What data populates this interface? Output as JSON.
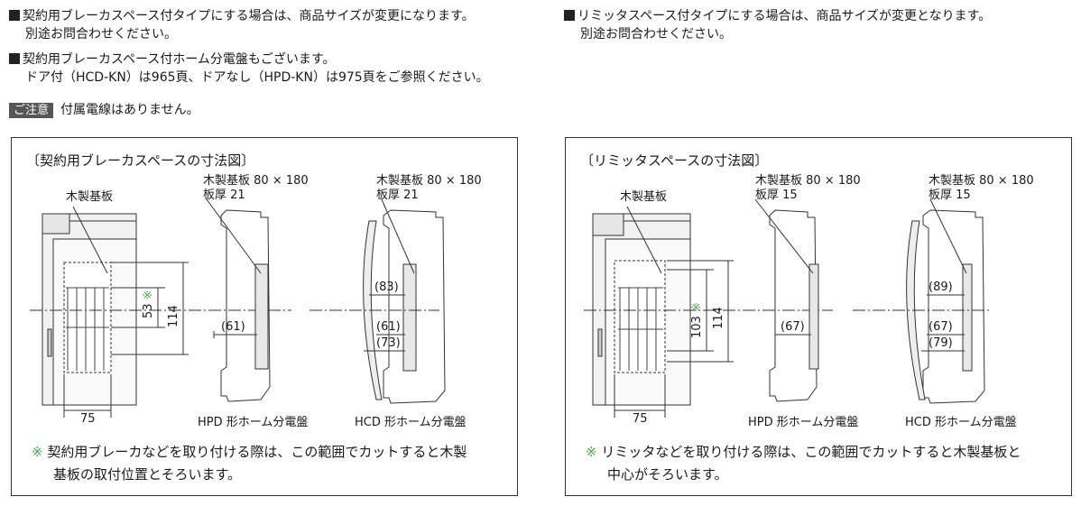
{
  "notes_left": [
    {
      "line1": "契約用ブレーカスペース付タイプにする場合は、商品サイズが変更になります。",
      "line2": "別途お問合わせください。"
    },
    {
      "line1": "契約用ブレーカスペース付ホーム分電盤もございます。",
      "line2": "ドア付（HCD-KN）は965頁、ドアなし（HPD-KN）は975頁をご参照ください。"
    }
  ],
  "notes_right": [
    {
      "line1": "リミッタスペース付タイプにする場合は、商品サイズが変更となります。",
      "line2": "別途お問合わせください。"
    }
  ],
  "caution": {
    "tag": "ご注意",
    "text": "付属電線はありません。"
  },
  "panel_left": {
    "title": "〔契約用ブレーカスペースの寸法図〕",
    "wood_label": "木製基板",
    "hpd_board_label": "木製基板 80 × 180",
    "hpd_thickness": "板厚 21",
    "hcd_board_label": "木製基板 80 × 180",
    "hcd_thickness": "板厚 21",
    "dim_width": "75",
    "dim_53": "53",
    "dim_mark": "※",
    "dim_114": "114",
    "hpd_dim": "(61)",
    "hcd_dim1": "(83)",
    "hcd_dim2": "(61)",
    "hcd_dim3": "(73)",
    "hpd_caption": "HPD 形ホーム分電盤",
    "hcd_caption": "HCD 形ホーム分電盤",
    "footnote_mark": "※",
    "footnote_line1": "契約用ブレーカなどを取り付ける際は、この範囲でカットすると木製",
    "footnote_line2": "基板の取付位置とそろいます。"
  },
  "panel_right": {
    "title": "〔リミッタスペースの寸法図〕",
    "wood_label": "木製基板",
    "hpd_board_label": "木製基板 80 × 180",
    "hpd_thickness": "板厚 15",
    "hcd_board_label": "木製基板 80 × 180",
    "hcd_thickness": "板厚 15",
    "dim_width": "75",
    "dim_103": "103",
    "dim_mark": "※",
    "dim_114": "114",
    "hpd_dim": "(67)",
    "hcd_dim1": "(89)",
    "hcd_dim2": "(67)",
    "hcd_dim3": "(79)",
    "hpd_caption": "HPD 形ホーム分電盤",
    "hcd_caption": "HCD 形ホーム分電盤",
    "footnote_mark": "※",
    "footnote_line1": "リミッタなどを取り付ける際は、この範囲でカットすると木製基板と",
    "footnote_line2": "中心がそろいます。"
  },
  "colors": {
    "accent_green": "#4caf50",
    "line": "#333333",
    "caution_bg": "#555555"
  }
}
